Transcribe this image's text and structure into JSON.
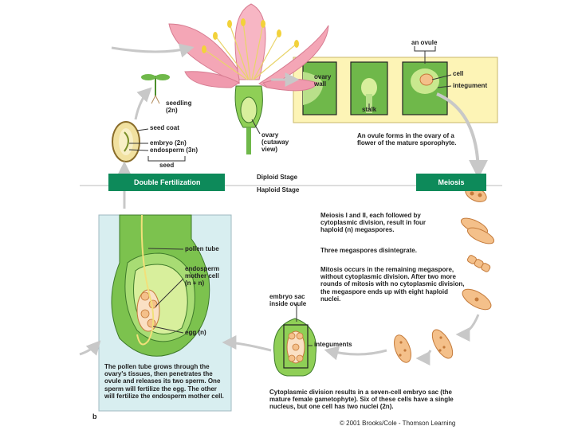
{
  "labels": {
    "an_ovule": "an ovule",
    "cell": "cell",
    "integument": "integument",
    "ovary_wall": "ovary wall",
    "stalk": "stalk",
    "ovule_forms": "An ovule forms in the ovary of a flower of the mature sporophyte.",
    "seedling": "seedling (2n)",
    "seed_coat": "seed coat",
    "embryo": "embryo (2n)",
    "endosperm": "endosperm (3n)",
    "seed": "seed",
    "ovary_cutaway": "ovary (cutaway view)",
    "double_fertilization": "Double Fertilization",
    "diploid_stage": "Diploid Stage",
    "haploid_stage": "Haploid Stage",
    "meiosis": "Meiosis",
    "meiosis_text": "Meiosis I and II, each followed by cytoplasmic division, result in four haploid (n) megaspores.",
    "megaspores_disintegrate": "Three megaspores disintegrate.",
    "mitosis_text": "Mitosis occurs in the remaining megaspore, without cytoplasmic division. After two more rounds of mitosis with no cytoplasmic division, the megaspore ends up with eight haploid nuclei.",
    "pollen_tube": "pollen tube",
    "endosperm_mother": "endosperm mother cell (n + n)",
    "egg": "egg (n)",
    "embryo_sac": "embryo sac inside ovule",
    "integuments": "integuments",
    "pollen_text": "The pollen tube grows through the ovary's tissues, then penetrates the ovule and releases its two sperm. One sperm will fertilize the egg. The other will fertilize the endosperm mother cell.",
    "cyto_text": "Cytoplasmic division results in a seven-cell embryo sac (the mature female gametophyte). Six of these cells have a single nucleus, but one cell has two nuclei (2n).",
    "panel_letter": "b",
    "copyright": "© 2001 Brooks/Cole - Thomson Learning"
  },
  "colors": {
    "bar_green": "#0d8a5a",
    "panel_yellow": "#fdf4b6",
    "tissue_green": "#9ed36a",
    "petal_pink": "#f4a6b6",
    "cell_tan": "#f4c08a"
  }
}
